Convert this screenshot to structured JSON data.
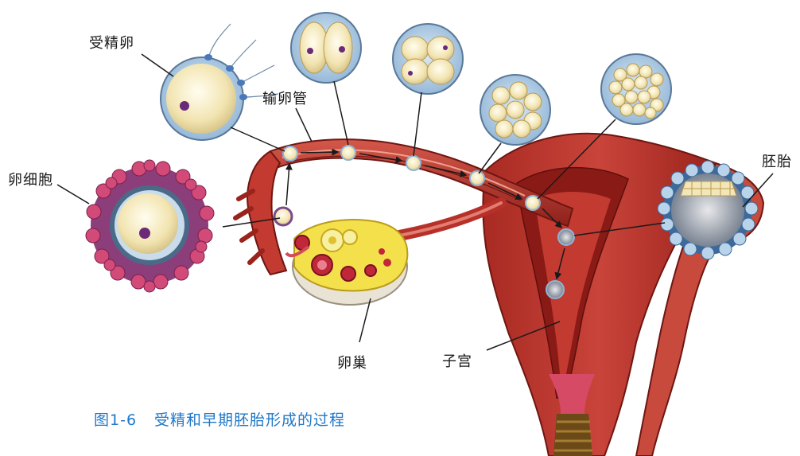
{
  "labels": {
    "fertilized_egg": "受精卵",
    "oviduct": "输卵管",
    "egg_cell": "卵细胞",
    "embryo": "胚胎",
    "ovary": "卵巢",
    "uterus": "子宫"
  },
  "caption": {
    "figure_number": "图1-6",
    "title": "受精和早期胚胎形成的过程"
  },
  "colors": {
    "caption": "#1f78c8",
    "tissue": "#b8302a",
    "tissue_dark": "#7e1a16",
    "tissue_light": "#e9a394",
    "ovary": "#f4e04a",
    "cell_fill": "#f3e6b8",
    "zona": "#b9d3ea"
  }
}
